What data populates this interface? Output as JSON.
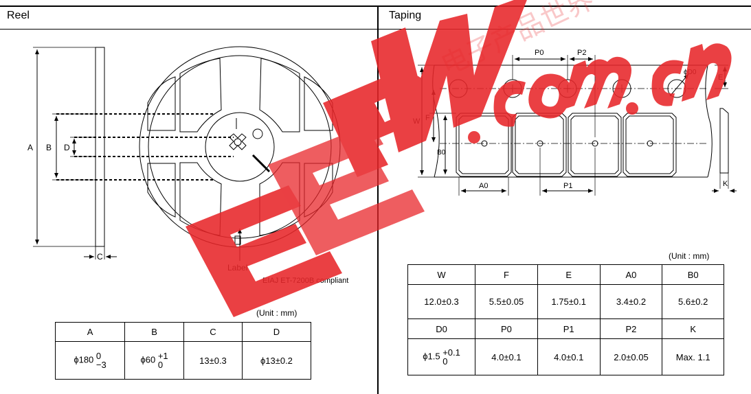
{
  "reel": {
    "title": "Reel",
    "dims": {
      "a": "A",
      "b": "B",
      "c": "C",
      "d": "D"
    },
    "label": "Label",
    "compliance": "EIAJ ET-7200B compliant",
    "unit": "(Unit : mm)",
    "table": {
      "headers": [
        "A",
        "B",
        "C",
        "D"
      ],
      "a_value": {
        "main": "ϕ180",
        "upper": "0",
        "lower": "−3"
      },
      "b_value": {
        "main": "ϕ60",
        "upper": "+1",
        "lower": "0"
      },
      "c_value": "13±0.3",
      "d_value": "ϕ13±0.2"
    }
  },
  "taping": {
    "title": "Taping",
    "labels": {
      "w": "W",
      "f": "F",
      "e": "E",
      "b0": "B0",
      "a0": "A0",
      "p0": "P0",
      "p1": "P1",
      "p2": "P2",
      "d0": "ϕD0",
      "k": "K"
    },
    "unit": "(Unit : mm)",
    "table": {
      "row1_headers": [
        "W",
        "F",
        "E",
        "A0",
        "B0"
      ],
      "row1_values": [
        "12.0±0.3",
        "5.5±0.05",
        "1.75±0.1",
        "3.4±0.2",
        "5.6±0.2"
      ],
      "row2_headers": [
        "D0",
        "P0",
        "P1",
        "P2",
        "K"
      ],
      "d0_value": {
        "main": "ϕ1.5",
        "upper": "+0.1",
        "lower": "0"
      },
      "row2_values": [
        "4.0±0.1",
        "4.0±0.1",
        "2.0±0.05",
        "Max. 1.1"
      ]
    }
  },
  "watermark": {
    "text": "EEPW.com.cn",
    "color": "#e8262a"
  }
}
